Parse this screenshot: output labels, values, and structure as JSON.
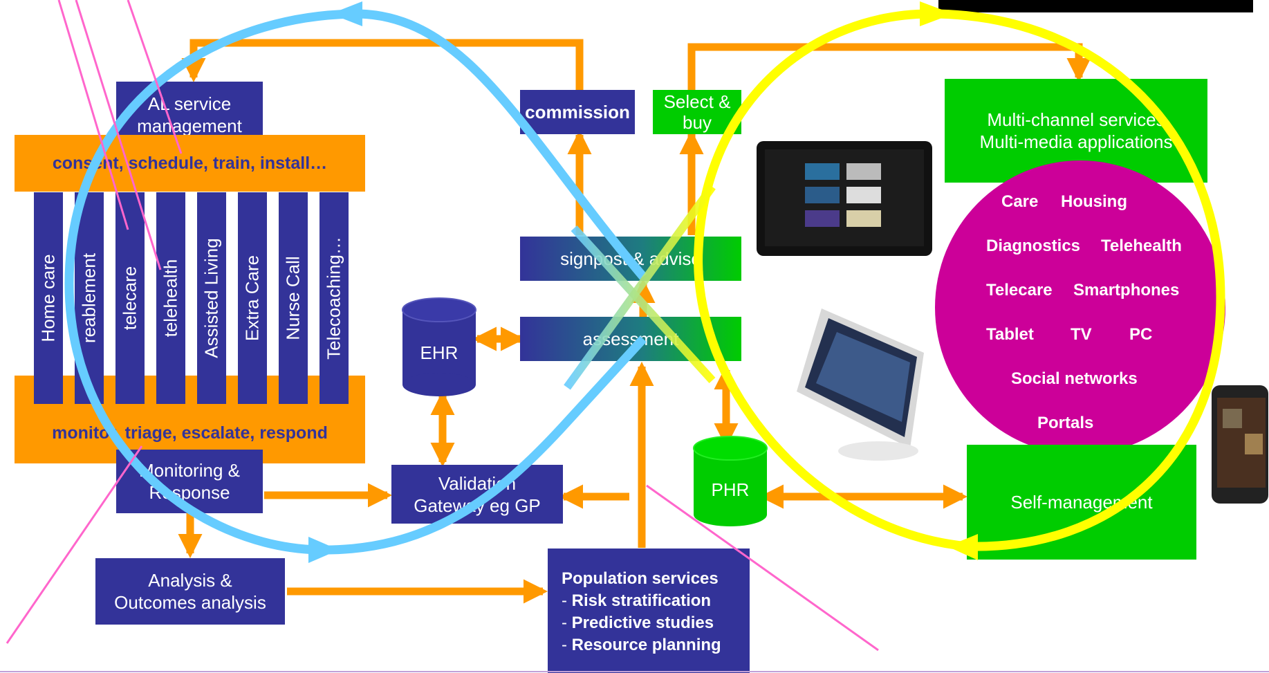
{
  "top_left": {
    "al_service": [
      "AL service",
      "management"
    ],
    "band_top": "consent, schedule, train, install…",
    "band_bottom": "monitor, triage, escalate, respond",
    "columns": [
      "Home care",
      "reablement",
      "telecare",
      "telehealth",
      "Assisted Living",
      "Extra Care",
      "Nurse Call",
      "Telecoaching…"
    ],
    "monitoring": [
      "Monitoring &",
      "Response"
    ],
    "analysis": [
      "Analysis &",
      "Outcomes analysis"
    ]
  },
  "center": {
    "ehr": "EHR",
    "commission": "commission",
    "select_buy": [
      "Select &",
      "buy"
    ],
    "signpost": "signpost & advise",
    "assessment": "assessment",
    "validation": [
      "Validation",
      "Gateway eg GP"
    ],
    "phr": "PHR",
    "population": {
      "title": "Population services",
      "items": [
        "Risk stratification",
        "Predictive studies",
        "Resource planning"
      ]
    }
  },
  "right": {
    "multichannel": [
      "Multi-channel services",
      "Multi-media applications"
    ],
    "circle_rows": [
      [
        "Care",
        "Housing"
      ],
      [
        "Diagnostics",
        "Telehealth"
      ],
      [
        "Telecare",
        "Smartphones"
      ],
      [
        "Tablet",
        "TV",
        "PC"
      ],
      [
        "Social networks"
      ],
      [
        "Portals"
      ]
    ],
    "self_management": "Self-management"
  },
  "colors": {
    "navy": "#333399",
    "orange": "#ff9900",
    "green": "#00cc00",
    "magenta": "#cc0099",
    "blue_loop": "#66ccff",
    "yellow_loop": "#ffff00",
    "pink_line": "#ff66cc"
  },
  "icons": [
    "tablet-device-icon",
    "tablet-stand-device-icon",
    "smartphone-device-icon"
  ]
}
